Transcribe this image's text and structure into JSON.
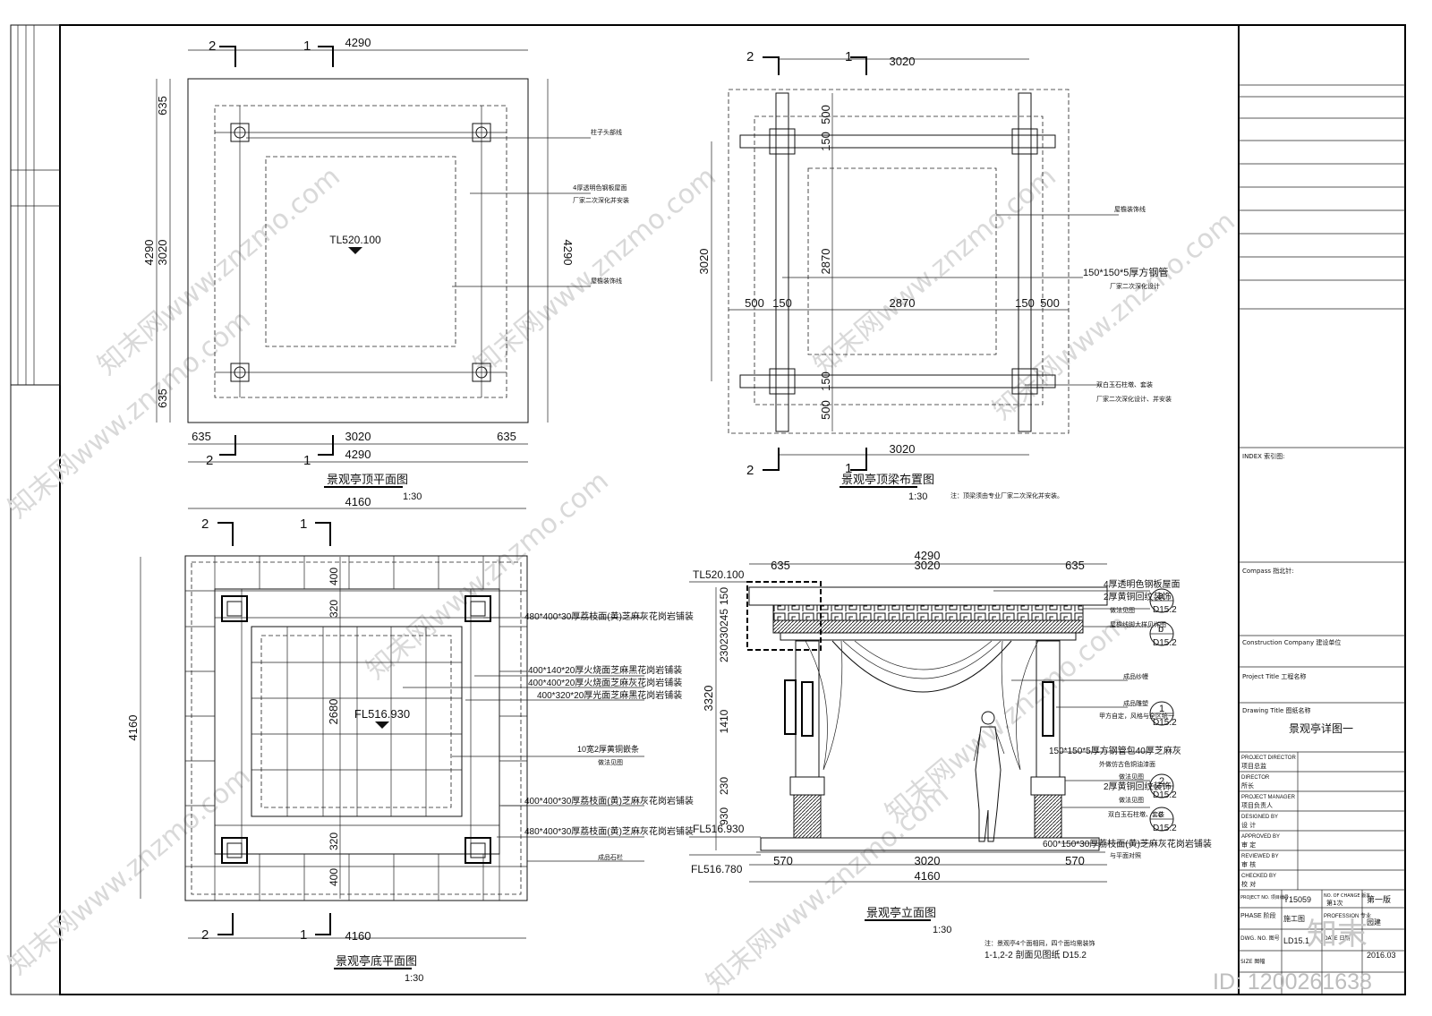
{
  "sheet": {
    "drawing_id": "ID: 1200261638",
    "brand_logo": "知末",
    "watermark": "知末网www.znzmo.com"
  },
  "title_block": {
    "index_label": "INDEX 索引图:",
    "compass_label": "Compass 指北针:",
    "construction_label": "Construction Company  建设单位",
    "project_title_label": "Project Title  工程名称",
    "drawing_title_label": "Drawing Title  图纸名称",
    "drawing_title": "景观亭详图一",
    "roles": [
      {
        "en": "PROJECT DIRECTOR",
        "cn": "项目总监"
      },
      {
        "en": "DIRECTOR",
        "cn": "所长"
      },
      {
        "en": "PROJECT MANAGER",
        "cn": "项目负责人"
      },
      {
        "en": "DESIGNED BY",
        "cn": "设 计"
      },
      {
        "en": "APPROVED BY",
        "cn": "审 定"
      },
      {
        "en": "REVIEWED BY",
        "cn": "审 核"
      },
      {
        "en": "CHECKED BY",
        "cn": "校 对"
      }
    ],
    "project_no_label": "PROJECT NO. 项目编号",
    "project_no": "Y15059",
    "no_of_change_label": "NO. OF CHANGE 版本",
    "no_of_change": "第1次",
    "version": "第一版",
    "phase_label": "PHASE 阶段",
    "phase": "施工图",
    "profession_label": "PROFESSION 专业",
    "profession": "园建",
    "dwg_no_label": "DWG. NO. 图号",
    "dwg_no": "LD15.1",
    "date_label": "DATE 日期",
    "date": "2016.03",
    "size_label": "SIZE 图幅"
  },
  "views": {
    "roof_plan": {
      "title": "景观亭顶平面图",
      "scale": "1:30",
      "top_dims": [
        "4290"
      ],
      "bottom_dims": [
        "635",
        "3020",
        "635",
        "4290"
      ],
      "left_dims": [
        "635",
        "3020",
        "635",
        "4290"
      ],
      "right_dims": [
        "4290"
      ],
      "elevation_mark": "TL520.100",
      "section_marks": [
        "2",
        "1"
      ],
      "notes": [
        "柱子头部线",
        "4厚透明色钢板屋面",
        "厂家二次深化并安装",
        "屋檐装饰线"
      ]
    },
    "beam_plan": {
      "title": "景观亭顶梁布置图",
      "scale": "1:30",
      "top_dims": [
        "3020"
      ],
      "bottom_dims": [
        "3020"
      ],
      "mid_dims": [
        "500",
        "150",
        "2870",
        "150",
        "500"
      ],
      "vertical_dims": [
        "500",
        "150",
        "2870",
        "150",
        "500"
      ],
      "left_dims": [
        "3020"
      ],
      "section_marks": [
        "2",
        "1"
      ],
      "notes": [
        "屋檐装饰线",
        "150*150*5厚方钢管",
        "厂家二次深化设计",
        "双白玉石柱墩、套装",
        "厂家二次深化设计、并安装"
      ],
      "footnote": "注：顶梁须由专业厂家二次深化并安装。"
    },
    "floor_plan": {
      "title": "景观亭底平面图",
      "scale": "1:30",
      "top_dims": [
        "4160"
      ],
      "bottom_dims": [
        "4160"
      ],
      "left_dims": [
        "4160"
      ],
      "inner_dims": [
        "400",
        "320",
        "2680",
        "320",
        "400"
      ],
      "elevation_mark": "FL516.930",
      "section_marks": [
        "2",
        "1"
      ],
      "notes": [
        "480*400*30厚荔枝面(黄)芝麻灰花岗岩铺装",
        "400*140*20厚火烧面芝麻黑花岗岩铺装",
        "400*400*20厚火烧面芝麻灰花岗岩铺装",
        "400*320*20厚光面芝麻黑花岗岩铺装",
        "10宽2厚黄铜嵌条",
        "做法见图",
        "400*400*30厚荔枝面(黄)芝麻灰花岗岩铺装",
        "480*400*30厚荔枝面(黄)芝麻灰花岗岩铺装",
        "成品石栏"
      ]
    },
    "elevation": {
      "title": "景观亭立面图",
      "scale": "1:30",
      "top_dims": [
        "4290",
        "635",
        "3020",
        "635"
      ],
      "bottom_dims": [
        "570",
        "3020",
        "570",
        "4160"
      ],
      "left_dims": [
        "150",
        "245",
        "230",
        "230",
        "1410",
        "3320",
        "230",
        "930"
      ],
      "top_mark": "TL520.100",
      "fl_marks": [
        "FL516.930",
        "FL516.780"
      ],
      "detail_refs": [
        {
          "num": "a",
          "sheet": "D15.2"
        },
        {
          "num": "b",
          "sheet": "D15.2"
        },
        {
          "num": "1",
          "sheet": "D15.2"
        },
        {
          "num": "2",
          "sheet": "D15.2"
        },
        {
          "num": "c",
          "sheet": "D15.2"
        }
      ],
      "notes": [
        "4厚透明色钢板屋面",
        "2厚黄铜回纹装饰",
        "做法见图",
        "屋檐线脚大样见详图",
        "成品纱幔",
        "成品雕塑",
        "甲方自定，风格与全区统一",
        "150*150*5厚方钢管包40厚芝麻灰",
        "外做仿古色铜油漆面",
        "做法见图",
        "2厚黄铜回纹装饰",
        "做法见图",
        "双白玉石柱墩、套装",
        "600*150*30厚荔枝面(黄)芝麻灰花岗岩铺装",
        "与平面对照"
      ],
      "footnote_1": "注：景观亭4个面相同，四个面均需装饰",
      "footnote_2": "1-1,2-2 剖面见图纸 D15.2"
    }
  }
}
